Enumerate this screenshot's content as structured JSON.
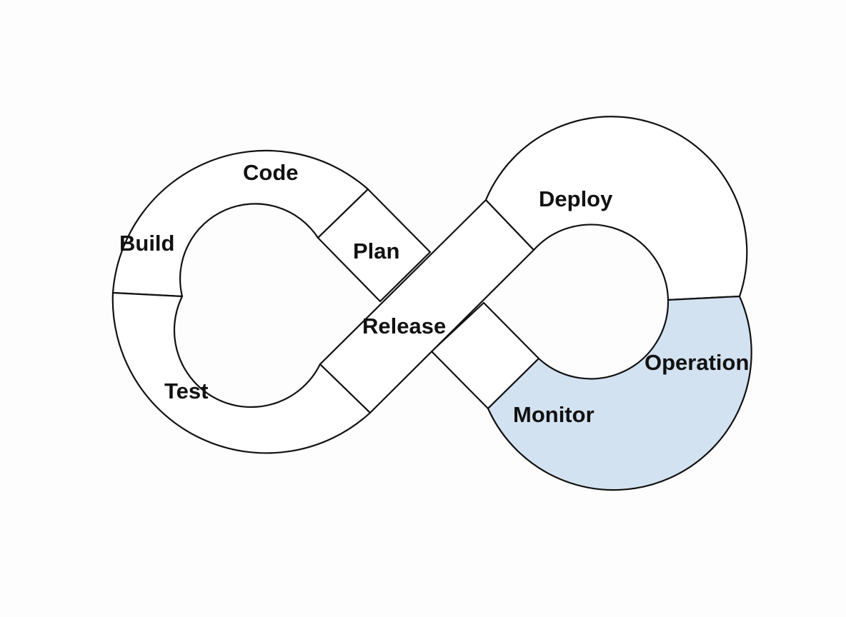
{
  "title": "DevOps infinity loop",
  "colors": {
    "stroke": "#111111",
    "fill_default": "#ffffff",
    "fill_highlight": "#d3e2f1",
    "background": "#fdfdfd"
  },
  "stages": [
    {
      "id": "code",
      "label": "Code",
      "highlighted": false
    },
    {
      "id": "build",
      "label": "Build",
      "highlighted": false
    },
    {
      "id": "test",
      "label": "Test",
      "highlighted": false
    },
    {
      "id": "plan",
      "label": "Plan",
      "highlighted": false
    },
    {
      "id": "release",
      "label": "Release",
      "highlighted": false
    },
    {
      "id": "deploy",
      "label": "Deploy",
      "highlighted": false
    },
    {
      "id": "operation",
      "label": "Operation",
      "highlighted": true
    },
    {
      "id": "monitor",
      "label": "Monitor",
      "highlighted": true
    }
  ]
}
